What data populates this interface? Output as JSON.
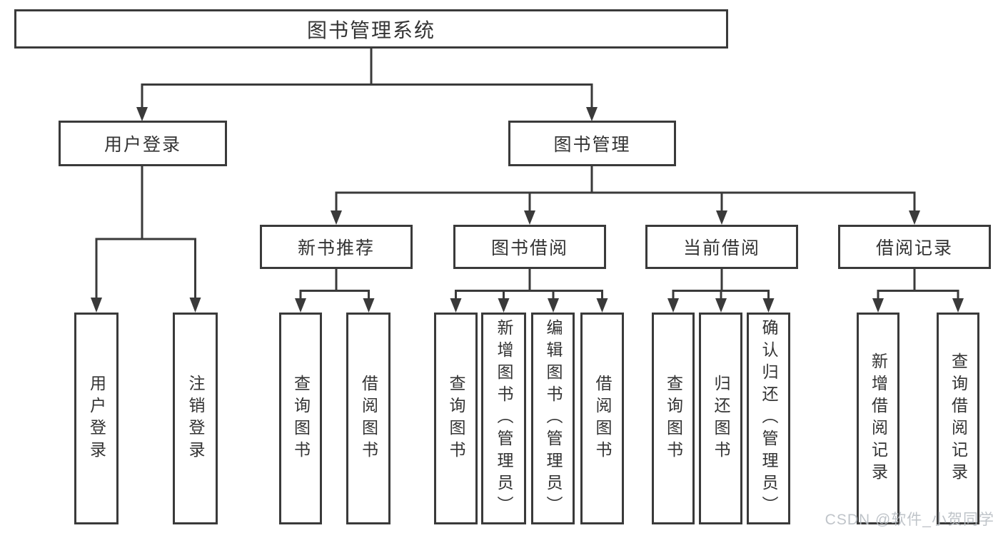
{
  "diagram": {
    "title": "图书管理系统",
    "tree": {
      "root": {
        "label": "图书管理系统"
      },
      "level1": [
        {
          "label": "用户登录"
        },
        {
          "label": "图书管理"
        }
      ],
      "level2": [
        {
          "label": "新书推荐",
          "parent": "图书管理"
        },
        {
          "label": "图书借阅",
          "parent": "图书管理"
        },
        {
          "label": "当前借阅",
          "parent": "图书管理"
        },
        {
          "label": "借阅记录",
          "parent": "图书管理"
        }
      ],
      "leaves": [
        {
          "label": "用户登录",
          "parent": "用户登录"
        },
        {
          "label": "注销登录",
          "parent": "用户登录"
        },
        {
          "label": "查询图书",
          "parent": "新书推荐"
        },
        {
          "label": "借阅图书",
          "parent": "新书推荐"
        },
        {
          "label": "查询图书",
          "parent": "图书借阅"
        },
        {
          "label": "新增图书（管理员）",
          "parent": "图书借阅"
        },
        {
          "label": "编辑图书（管理员）",
          "parent": "图书借阅"
        },
        {
          "label": "借阅图书",
          "parent": "图书借阅"
        },
        {
          "label": "查询图书",
          "parent": "当前借阅"
        },
        {
          "label": "归还图书",
          "parent": "当前借阅"
        },
        {
          "label": "确认归还（管理员）",
          "parent": "当前借阅"
        },
        {
          "label": "新增借阅记录",
          "parent": "借阅记录"
        },
        {
          "label": "查询借阅记录",
          "parent": "借阅记录"
        }
      ]
    },
    "watermark": "CSDN @软件_小贺同学",
    "colors": {
      "line": "#3a3a3a",
      "text": "#333333",
      "background": "#ffffff",
      "watermark": "#b9bec4"
    }
  }
}
